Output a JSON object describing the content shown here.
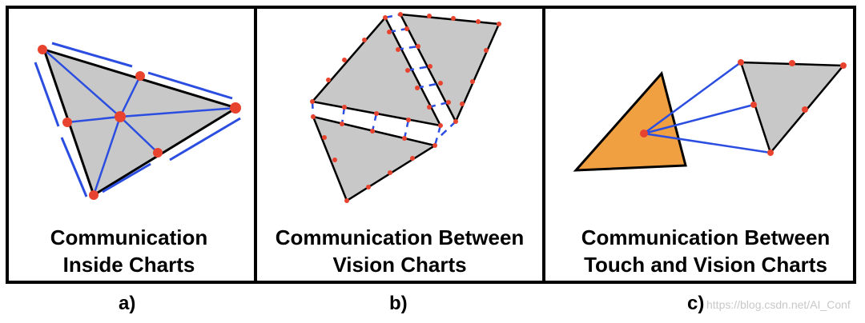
{
  "panels": [
    {
      "caption_line1": "Communication",
      "caption_line2": "Inside Charts",
      "label": "a)"
    },
    {
      "caption_line1": "Communication Between",
      "caption_line2": "Vision Charts",
      "label": "b)"
    },
    {
      "caption_line1": "Communication Between",
      "caption_line2": "Touch and Vision Charts",
      "label": "c)"
    }
  ],
  "watermark": "https://blog.csdn.net/AI_Conf",
  "colors": {
    "chart_fill": "#c8c8c8",
    "touch_chart_fill": "#f0a040",
    "communication_line": "#2b4ee0",
    "vertex": "#e8432e",
    "outline": "#000000"
  }
}
